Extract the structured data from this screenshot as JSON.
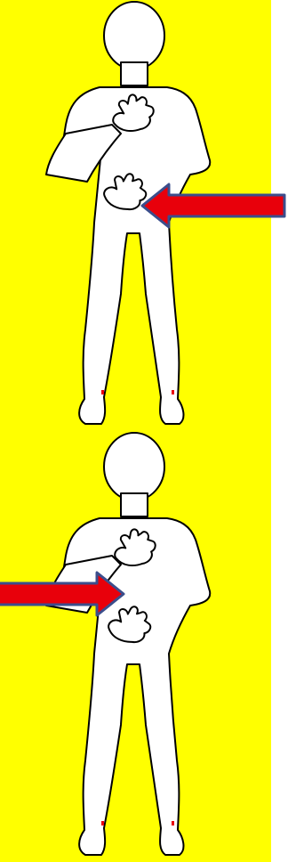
{
  "colors": {
    "background": "#FFFF00",
    "figure_fill": "#FFFFFF",
    "figure_outline": "#000000",
    "arrow_fill": "#E8000B",
    "arrow_outline": "#3B4E8C",
    "foot_marks": "#E8000B"
  },
  "panels": [
    {
      "name": "panel-top",
      "highlighted_hand": "belly",
      "arrow_direction": "left",
      "icon": "pointing-arrow-icon"
    },
    {
      "name": "panel-bottom",
      "highlighted_hand": "chest",
      "arrow_direction": "right",
      "icon": "pointing-arrow-icon"
    }
  ]
}
